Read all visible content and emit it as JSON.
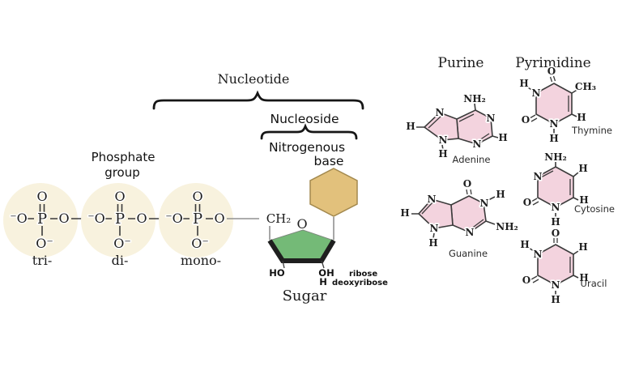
{
  "labels": {
    "nucleotide": "Nucleotide",
    "nucleoside": "Nucleoside",
    "nitrogenous_1": "Nitrogenous",
    "nitrogenous_2": "base",
    "phosphate_1": "Phosphate",
    "phosphate_2": "group",
    "sugar": "Sugar",
    "purine": "Purine",
    "pyrimidine": "Pyrimidine"
  },
  "phosphate": {
    "atom_p": "P",
    "atom_o": "O",
    "atom_o_minus_pre": "⁻O",
    "atom_o_minus_post": "O⁻",
    "units": [
      {
        "label": "tri-"
      },
      {
        "label": "di-"
      },
      {
        "label": "mono-"
      }
    ]
  },
  "sugar": {
    "ch2": "CH₂",
    "ring_o": "O",
    "ho": "HO",
    "oh": "OH",
    "h_alt": "H",
    "ribose": "ribose",
    "deoxyribose": "deoxyribose"
  },
  "atoms": {
    "n": "N",
    "o": "O",
    "h": "H",
    "nh2": "NH₂",
    "ch3": "CH₃"
  },
  "bases": {
    "adenine": {
      "name": "Adenine"
    },
    "guanine": {
      "name": "Guanine"
    },
    "thymine": {
      "name": "Thymine"
    },
    "cytosine": {
      "name": "Cytosine"
    },
    "uracil": {
      "name": "Uracil"
    }
  },
  "colors": {
    "phosphate_circle": "#f8f2de",
    "sugar_green": "#74ba77",
    "base_tan": "#e2c17c",
    "ring_pink": "#f3d3de",
    "bond": "#3b3b3b",
    "connector_gray": "#919191"
  }
}
